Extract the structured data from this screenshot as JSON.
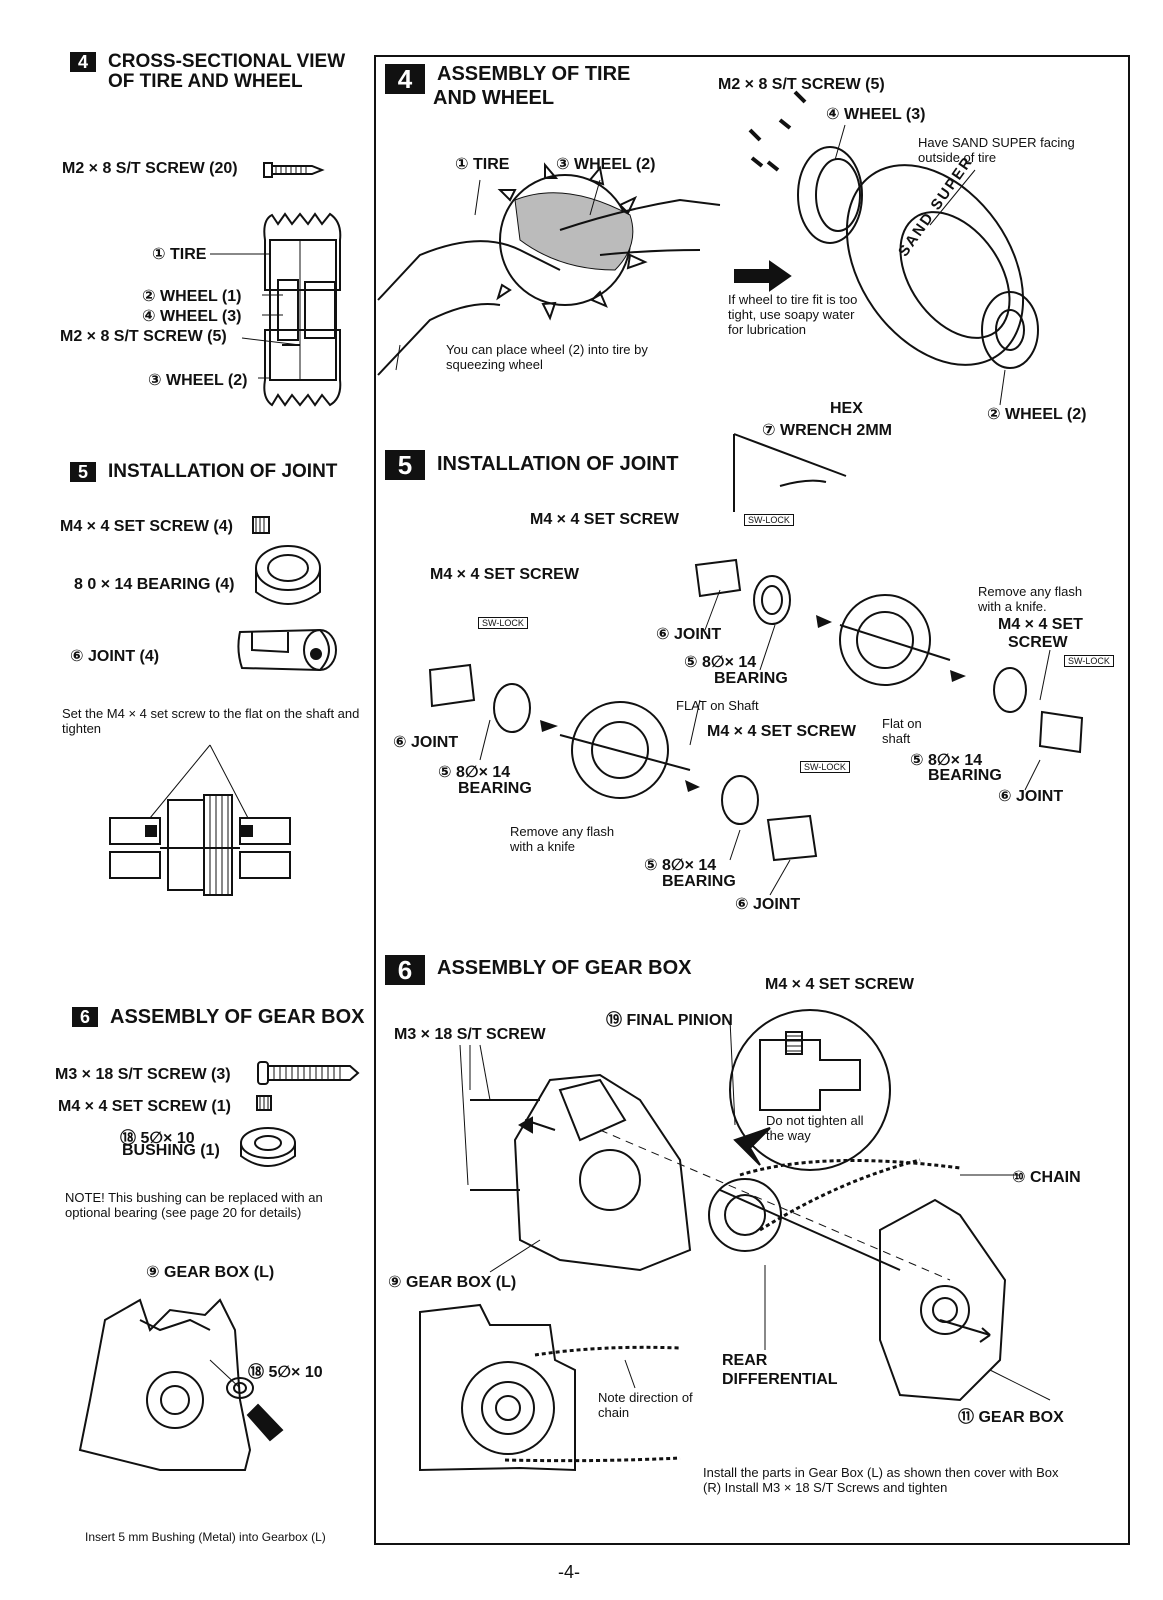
{
  "left": {
    "s4": {
      "num": "4",
      "title1": "CROSS-SECTIONAL VIEW",
      "title2": "OF TIRE AND WHEEL",
      "screw20": "M2 × 8 S/T SCREW (20)",
      "tire": "① TIRE",
      "wheel1": "② WHEEL (1)",
      "wheel3": "④ WHEEL (3)",
      "screw5": "M2 × 8 S/T SCREW (5)",
      "wheel2": "③ WHEEL (2)"
    },
    "s5": {
      "num": "5",
      "title": "INSTALLATION OF JOINT",
      "setscrew": "M4 × 4 SET SCREW (4)",
      "bearing": "8 0 × 14 BEARING (4)",
      "joint": "⑥ JOINT  (4)",
      "note": "Set the M4 × 4 set screw to the flat on the shaft and tighten"
    },
    "s6": {
      "num": "6",
      "title": "ASSEMBLY OF GEAR BOX",
      "screw3": "M3 × 18 S/T SCREW (3)",
      "setscrew1": "M4 × 4 SET SCREW (1)",
      "bushing1": "⑱ 5∅× 10",
      "bushing2": "BUSHING  (1)",
      "note": "NOTE! This bushing can be replaced with an optional bearing (see page 20 for details)",
      "gearbox": "⑨ GEAR BOX (L)",
      "bushing_label": "⑱ 5∅× 10",
      "insert_note": "Insert 5 mm Bushing (Metal) into Gearbox (L)"
    }
  },
  "right": {
    "s4": {
      "num": "4",
      "title1": "ASSEMBLY OF TIRE",
      "title2": "AND WHEEL",
      "tire": "① TIRE",
      "wheel2": "③ WHEEL (2)",
      "squeeze": "You can place wheel (2) into tire by squeezing wheel",
      "screw5": "M2 × 8 S/T SCREW (5)",
      "wheel3": "④ WHEEL (3)",
      "sand": "Have SAND SUPER facing outside of tire",
      "soapy": "If wheel to tire fit is too tight, use soapy water for lubrication",
      "wheel2b": "② WHEEL (2)",
      "tire_text": "SAND SUPER"
    },
    "s5": {
      "num": "5",
      "title": "INSTALLATION OF JOINT",
      "hex1": "HEX",
      "hex2": "⑦ WRENCH 2MM",
      "setscrew_top": "M4 × 4 SET SCREW",
      "setscrew_left": "M4 × 4 SET SCREW",
      "joint_mid": "⑥ JOINT",
      "bearing_mid1": "⑤ 8∅× 14",
      "bearing_mid2": "BEARING",
      "flash_right": "Remove any flash with a knife.",
      "setscrew_right1": "M4 × 4 SET",
      "setscrew_right2": "SCREW",
      "flat_shaft": "FLAT  on Shaft",
      "setscrew_center": "M4 × 4 SET SCREW",
      "flat_on_shaft": "Flat on shaft",
      "joint_left": "⑥ JOINT",
      "bearing_left1": "⑤ 8∅× 14",
      "bearing_left2": "BEARING",
      "bearing_right1": "⑤ 8∅× 14",
      "bearing_right2": "BEARING",
      "joint_right": "⑥ JOINT",
      "flash_left": "Remove any flash with a knife",
      "bearing_bot1": "⑤ 8∅× 14",
      "bearing_bot2": "BEARING",
      "joint_bot": "⑥ JOINT",
      "tag": "SW-LOCK"
    },
    "s6": {
      "num": "6",
      "title": "ASSEMBLY OF GEAR BOX",
      "setscrew": "M4 × 4 SET SCREW",
      "pinion": "⑲ FINAL PINION",
      "screw": "M3 × 18 S/T SCREW",
      "tighten": "Do not tighten all the way",
      "chain": "⑩ CHAIN",
      "gearbox_l": "⑨ GEAR BOX (L)",
      "diff1": "REAR",
      "diff2": "DIFFERENTIAL",
      "direction": "Note direction of chain",
      "gearbox": "⑪ GEAR BOX",
      "install": "Install the parts in Gear Box (L) as shown then cover with Box (R)  Install M3 × 18 S/T Screws and tighten"
    }
  },
  "page_number": "-4-"
}
